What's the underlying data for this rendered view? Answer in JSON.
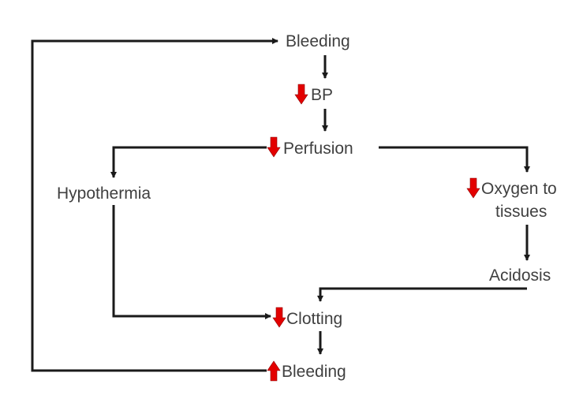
{
  "nodes": {
    "bleeding_top": {
      "label": "Bleeding"
    },
    "bp": {
      "label": "BP",
      "indicator": "down"
    },
    "perfusion": {
      "label": "Perfusion",
      "indicator": "down"
    },
    "hypothermia": {
      "label": "Hypothermia"
    },
    "oxygen": {
      "label_line1": "Oxygen to",
      "label_line2": "tissues",
      "indicator": "down"
    },
    "acidosis": {
      "label": "Acidosis"
    },
    "clotting": {
      "label": "Clotting",
      "indicator": "down"
    },
    "bleeding_bottom": {
      "label": "Bleeding",
      "indicator": "up"
    }
  },
  "colors": {
    "text": "#404040",
    "connector": "#1a1a1a",
    "indicator": "#e30000"
  },
  "icons": {
    "down": "red-down-arrow-icon",
    "up": "red-up-arrow-icon"
  }
}
